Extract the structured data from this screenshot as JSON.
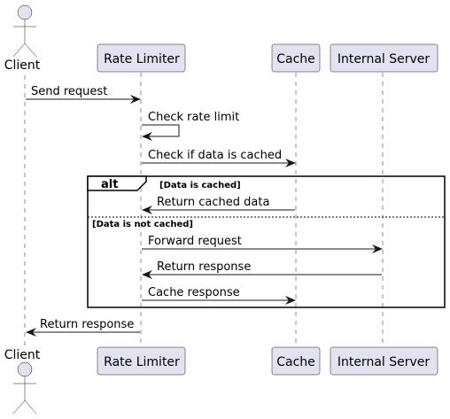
{
  "participants": {
    "client": "Client",
    "rate_limiter": "Rate Limiter",
    "cache": "Cache",
    "internal_server": "Internal Server"
  },
  "messages": {
    "send_request": "Send request",
    "check_rate_limit": "Check rate limit",
    "check_cached": "Check if data is cached",
    "return_cached": "Return cached data",
    "forward_request": "Forward request",
    "return_response_server": "Return response",
    "cache_response": "Cache response",
    "return_response_client": "Return response"
  },
  "alt": {
    "keyword": "alt",
    "guard_cached": "[Data is cached]",
    "guard_not_cached": "[Data is not cached]"
  },
  "colors": {
    "participant_fill": "#e2e2f0",
    "participant_stroke": "#181818",
    "lifeline": "#181818",
    "arrow": "#181818"
  }
}
